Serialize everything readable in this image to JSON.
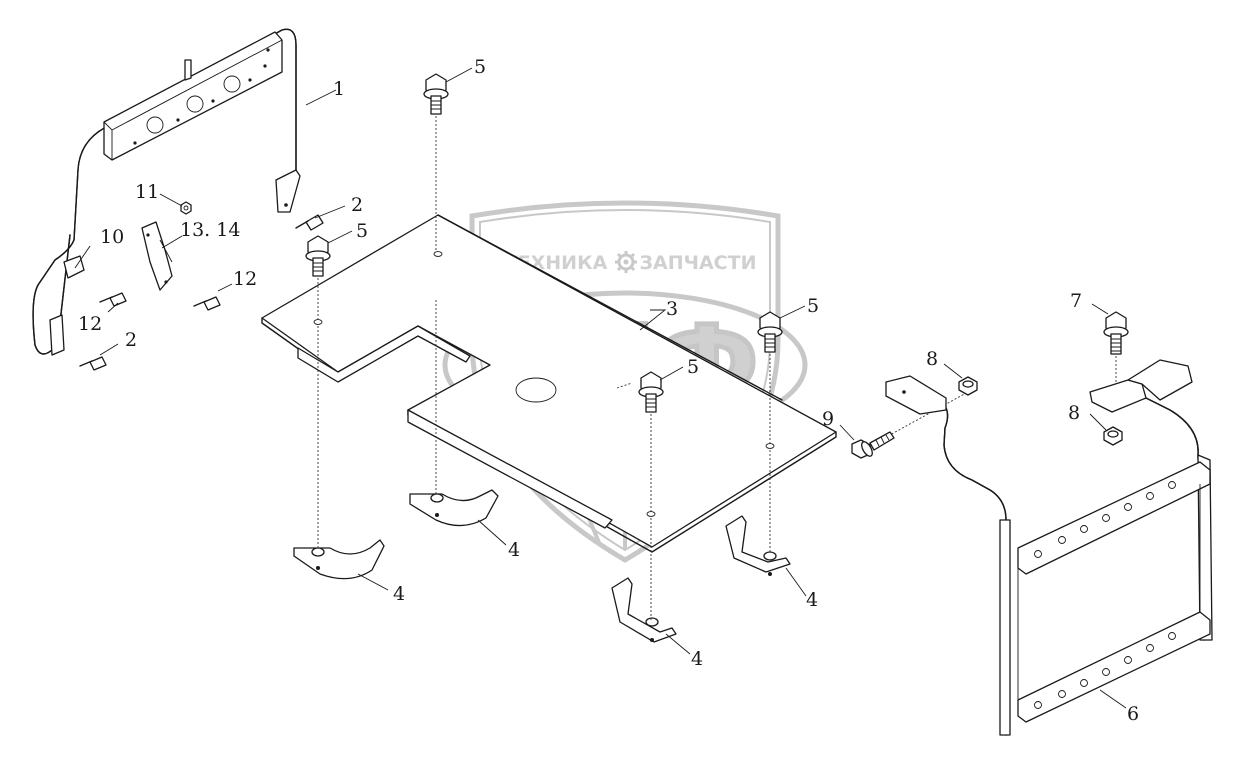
{
  "watermark": {
    "top_left": "ТЕХНИКА",
    "top_right": "ЗАПЧАСТИ",
    "logo": "ЭПФ",
    "gear_icon": "gear-icon"
  },
  "callouts": [
    {
      "id": "c1",
      "text": "1"
    },
    {
      "id": "c2a",
      "text": "2"
    },
    {
      "id": "c2b",
      "text": "2"
    },
    {
      "id": "c3",
      "text": "3"
    },
    {
      "id": "c4a",
      "text": "4"
    },
    {
      "id": "c4b",
      "text": "4"
    },
    {
      "id": "c4c",
      "text": "4"
    },
    {
      "id": "c4d",
      "text": "4"
    },
    {
      "id": "c5a",
      "text": "5"
    },
    {
      "id": "c5b",
      "text": "5"
    },
    {
      "id": "c5c",
      "text": "5"
    },
    {
      "id": "c5d",
      "text": "5"
    },
    {
      "id": "c6",
      "text": "6"
    },
    {
      "id": "c7",
      "text": "7"
    },
    {
      "id": "c8a",
      "text": "8"
    },
    {
      "id": "c8b",
      "text": "8"
    },
    {
      "id": "c9",
      "text": "9"
    },
    {
      "id": "c10",
      "text": "10"
    },
    {
      "id": "c11",
      "text": "11"
    },
    {
      "id": "c12a",
      "text": "12"
    },
    {
      "id": "c12b",
      "text": "12"
    },
    {
      "id": "c1314",
      "text": "13. 14"
    }
  ]
}
